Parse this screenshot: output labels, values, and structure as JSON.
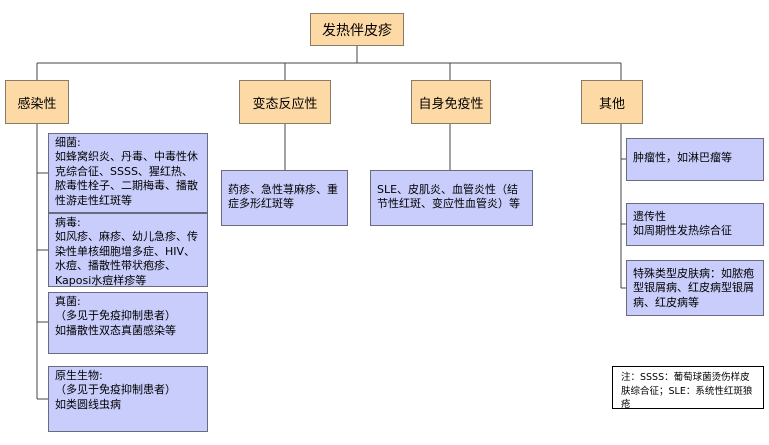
{
  "diagram": {
    "root": "发热伴皮疹",
    "categories": [
      {
        "label": "感染性",
        "children": [
          "细菌:\n如蜂窝织炎、丹毒、中毒性休克综合征、SSSS、猩红热、脓毒性栓子、二期梅毒、播散性游走性红斑等",
          "病毒:\n如风疹、麻疹、幼儿急疹、传染性单核细胞增多症、HIV、水痘、播散性带状疱疹、Kaposi水痘样疹等",
          "真菌:\n（多见于免疫抑制患者）\n如播散性双态真菌感染等",
          "原生生物:\n（多见于免疫抑制患者）\n如类圆线虫病"
        ]
      },
      {
        "label": "变态反应性",
        "children": [
          "药疹、急性荨麻疹、重症多形红斑等"
        ]
      },
      {
        "label": "自身免疫性",
        "children": [
          "SLE、皮肌炎、血管炎性（结节性红斑、变应性血管炎）等"
        ]
      },
      {
        "label": "其他",
        "children": [
          "肿瘤性，如淋巴瘤等",
          "遗传性\n如周期性发热综合征",
          "特殊类型皮肤病：如脓疱型银屑病、红皮病型银屑病、红皮病等"
        ]
      }
    ],
    "note": "注：SSSS：葡萄球菌烫伤样皮肤综合征；SLE：系统性红斑狼疮"
  }
}
